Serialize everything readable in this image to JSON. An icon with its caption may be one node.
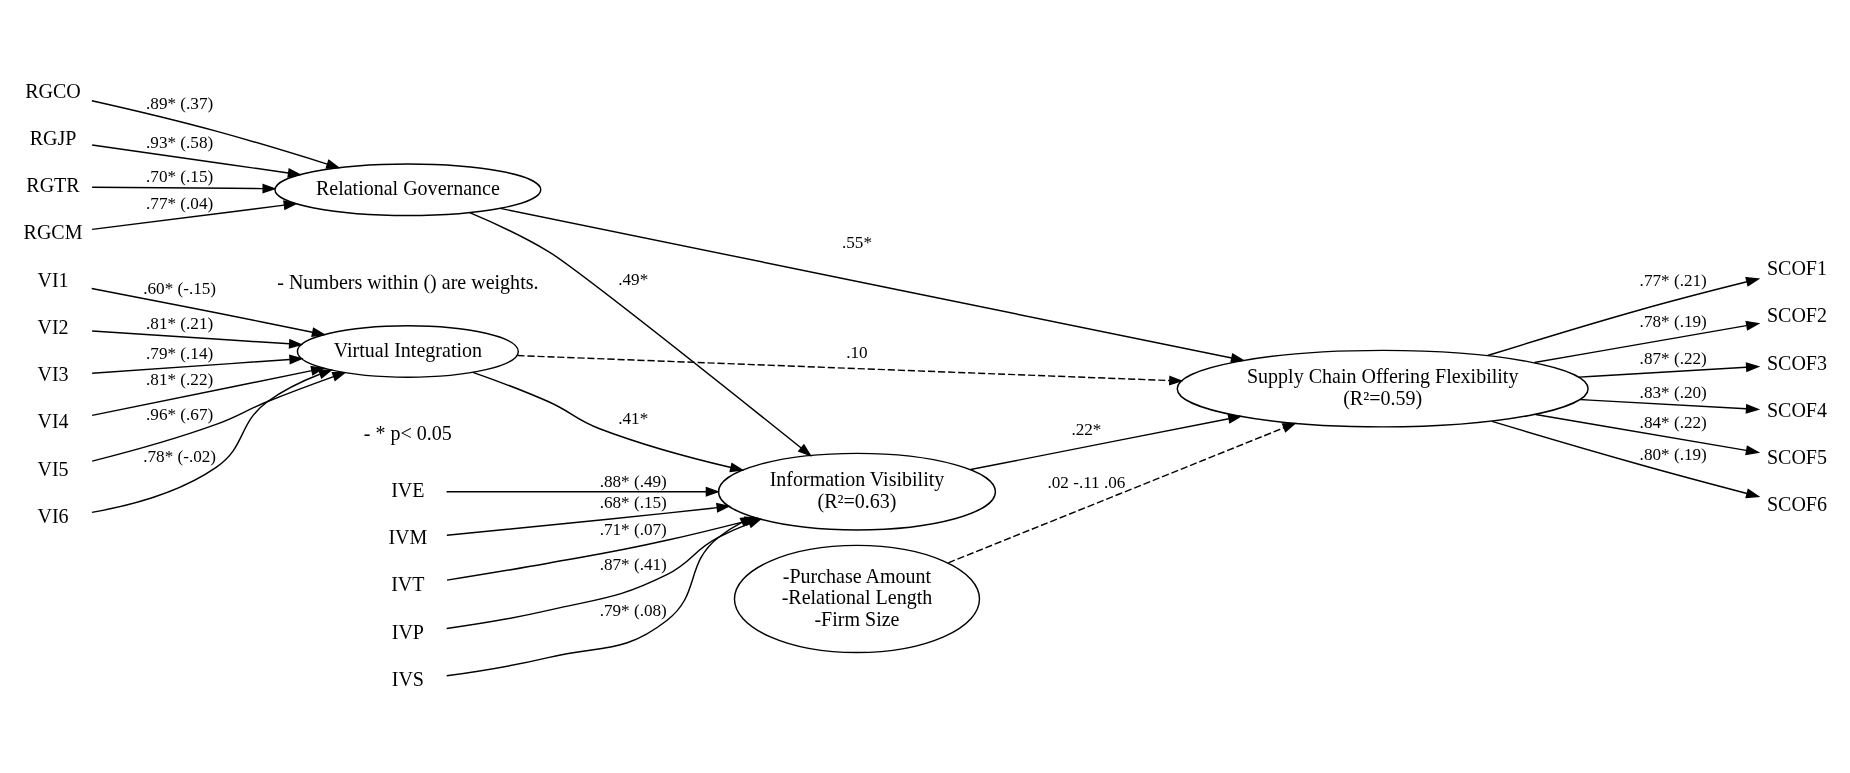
{
  "diagram": {
    "nodes": [
      {
        "text": [
          "RGTR"
        ]
      },
      {
        "text": [
          "RGCM"
        ]
      },
      {
        "text": [
          "RGCO"
        ]
      },
      {
        "text": [
          "RGJP"
        ]
      },
      {
        "text": [
          "Relational Governance"
        ]
      },
      {
        "text": [
          "VI1"
        ]
      },
      {
        "text": [
          "VI2"
        ]
      },
      {
        "text": [
          "VI3"
        ]
      },
      {
        "text": [
          "VI4"
        ]
      },
      {
        "text": [
          "VI5"
        ]
      },
      {
        "text": [
          "VI6"
        ]
      },
      {
        "text": [
          "Virtual Integration"
        ]
      },
      {
        "text": [
          "Information Visibility",
          "(R²=0.63)"
        ]
      },
      {
        "text": [
          "Supply Chain Offering Flexibility",
          "(R²=0.59)"
        ]
      },
      {
        "text": [
          "-Purchase Amount",
          "-Relational Length",
          "-Firm Size"
        ]
      },
      {
        "text": [
          "IVM"
        ]
      },
      {
        "text": [
          "IVT"
        ]
      },
      {
        "text": [
          "IVP"
        ]
      },
      {
        "text": [
          "IVS"
        ]
      },
      {
        "text": [
          "IVE"
        ]
      },
      {
        "text": [
          "SCOF1"
        ]
      },
      {
        "text": [
          "SCOF2"
        ]
      },
      {
        "text": [
          "SCOF3"
        ]
      },
      {
        "text": [
          "SCOF4"
        ]
      },
      {
        "text": [
          "SCOF5"
        ]
      },
      {
        "text": [
          "SCOF6"
        ]
      }
    ],
    "edges": [
      {
        "from": 0,
        "to": 4,
        "arrow": "to",
        "label": ".70* (.15)"
      },
      {
        "from": 1,
        "to": 4,
        "arrow": "to",
        "label": ".77* (.04)"
      },
      {
        "from": 2,
        "to": 4,
        "arrow": "to",
        "label": ".89* (.37)"
      },
      {
        "from": 3,
        "to": 4,
        "arrow": "to",
        "label": ".93* (.58)"
      },
      {
        "from": 5,
        "to": 11,
        "arrow": "to",
        "label": ".60* (-.15)"
      },
      {
        "from": 6,
        "to": 11,
        "arrow": "to",
        "label": ".81* (.21)"
      },
      {
        "from": 7,
        "to": 11,
        "arrow": "to",
        "label": ".79* (.14)"
      },
      {
        "from": 8,
        "to": 11,
        "arrow": "to",
        "label": ".81* (.22)"
      },
      {
        "from": 9,
        "to": 11,
        "arrow": "to",
        "label": ".96* (.67)"
      },
      {
        "from": 10,
        "to": 11,
        "arrow": "to",
        "label": ".78* (-.02)"
      },
      {
        "from": 4,
        "to": 13,
        "arrow": "to",
        "label": ".55*"
      },
      {
        "from": 4,
        "to": 12,
        "arrow": "to",
        "label": ".49*"
      },
      {
        "from": 11,
        "to": 12,
        "arrow": "to",
        "label": ".41*"
      },
      {
        "from": 12,
        "to": 13,
        "arrow": "to",
        "label": ".22*"
      },
      {
        "from": 14,
        "to": 13,
        "arrow": "to",
        "label": ".02 -.11 .06",
        "style": "dashed"
      },
      {
        "from": 15,
        "to": 12,
        "arrow": "to",
        "label": ".68* (.15)"
      },
      {
        "from": 16,
        "to": 12,
        "arrow": "to",
        "label": ".71* (.07)"
      },
      {
        "from": 17,
        "to": 12,
        "arrow": "to",
        "label": ".87* (.41)"
      },
      {
        "from": 18,
        "to": 12,
        "arrow": "to",
        "label": ".79* (.08)"
      },
      {
        "from": 19,
        "to": 12,
        "arrow": "to",
        "label": ".88* (.49)"
      },
      {
        "from": 13,
        "to": 20,
        "arrow": "to",
        "label": ".77* (.21)"
      },
      {
        "from": 13,
        "to": 21,
        "arrow": "to",
        "label": ".78* (.19)"
      },
      {
        "from": 13,
        "to": 22,
        "arrow": "to",
        "label": ".87* (.22)"
      },
      {
        "from": 13,
        "to": 23,
        "arrow": "to",
        "label": ".83* (.20)"
      },
      {
        "from": 13,
        "to": 24,
        "arrow": "to",
        "label": ".84* (.22)"
      },
      {
        "from": 13,
        "to": 25,
        "arrow": "to",
        "label": ".80* (.19)"
      },
      {
        "from": 11,
        "to": 13,
        "arrow": "to",
        "label": ".10",
        "style": "dashed"
      }
    ],
    "labels": [
      "- * p< 0.05",
      "- Numbers within () are weights."
    ]
  }
}
